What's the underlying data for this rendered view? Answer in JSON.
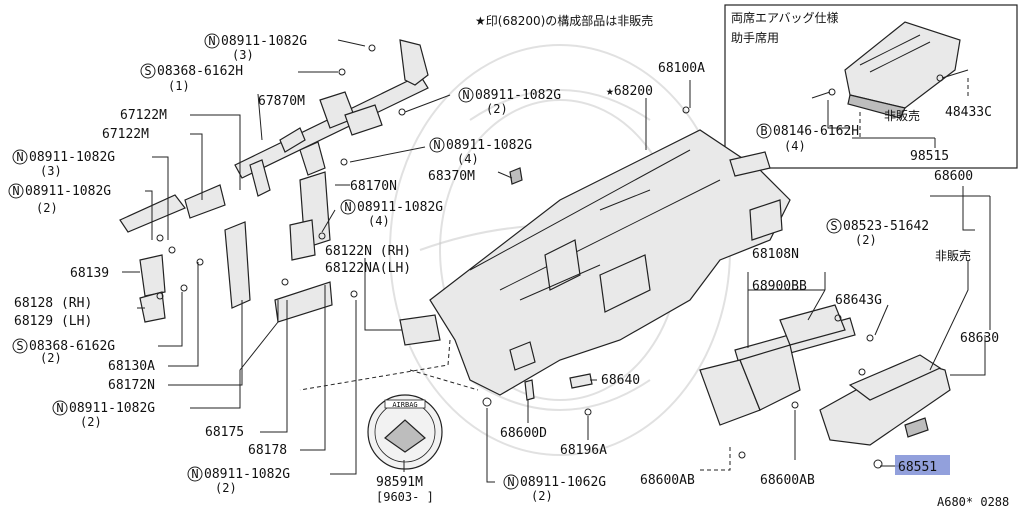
{
  "notes": {
    "star_note": "★印(68200)の構成部品は非販売",
    "inset_title_1": "両席エアバッグ仕様",
    "inset_title_2": "助手席用",
    "revision": "A680* 0288"
  },
  "labels": {
    "l_08911_1082G_a": "08911-1082G",
    "l_qty3_a": "(3)",
    "l_08368_6162H": "08368-6162H",
    "l_qty1_a": "(1)",
    "l_67870M": "67870M",
    "l_08911_1082G_b": "08911-1082G",
    "l_qty2_b": "(2)",
    "l_67122M_a": "67122M",
    "l_67122M_b": "67122M",
    "l_08911_1082G_c": "08911-1082G",
    "l_qty3_c": "(3)",
    "l_08911_1082G_d": "08911-1082G",
    "l_qty2_d": "(2)",
    "l_68139": "68139",
    "l_68128_rh": "68128 (RH)",
    "l_68129_lh": "68129 (LH)",
    "l_08368_6162G": "08368-6162G",
    "l_qty2_e": "(2)",
    "l_68130A": "68130A",
    "l_68172N": "68172N",
    "l_08911_1082G_f": "08911-1082G",
    "l_qty2_f": "(2)",
    "l_68175": "68175",
    "l_68178": "68178",
    "l_08911_1082G_g": "08911-1082G",
    "l_qty2_g": "(2)",
    "l_98591M": "98591M",
    "l_9603": "[9603-      ]",
    "l_08911_1062G": "08911-1062G",
    "l_qty2_h": "(2)",
    "l_68600D": "68600D",
    "l_68196A": "68196A",
    "l_68640": "68640",
    "l_68600AB_a": "68600AB",
    "l_68600AB_b": "68600AB",
    "l_68551": "68551",
    "l_68630": "68630",
    "l_hinanbai_a": "非販売",
    "l_68643G": "68643G",
    "l_68900BB": "68900BB",
    "l_68108N": "68108N",
    "l_08523_51642": "08523-51642",
    "l_qty2_i": "(2)",
    "l_68600": "68600",
    "l_98515": "98515",
    "l_08146_6162H": "08146-6162H",
    "l_qty4_j": "(4)",
    "l_hinanbai_b": "非販売",
    "l_48433C": "48433C",
    "l_68100A": "68100A",
    "l_68200": "★68200",
    "l_08911_1082G_k": "08911-1082G",
    "l_qty4_k": "(4)",
    "l_68170N": "68170N",
    "l_68370M": "68370M",
    "l_08911_1082G_m": "08911-1082G",
    "l_qty4_m": "(4)",
    "l_68122N_rh": "68122N  (RH)",
    "l_68122NA_lh": "68122NA(LH)",
    "badge_text": "AIRBAG"
  },
  "prefix": {
    "N": "N",
    "S": "S",
    "B": "B"
  }
}
